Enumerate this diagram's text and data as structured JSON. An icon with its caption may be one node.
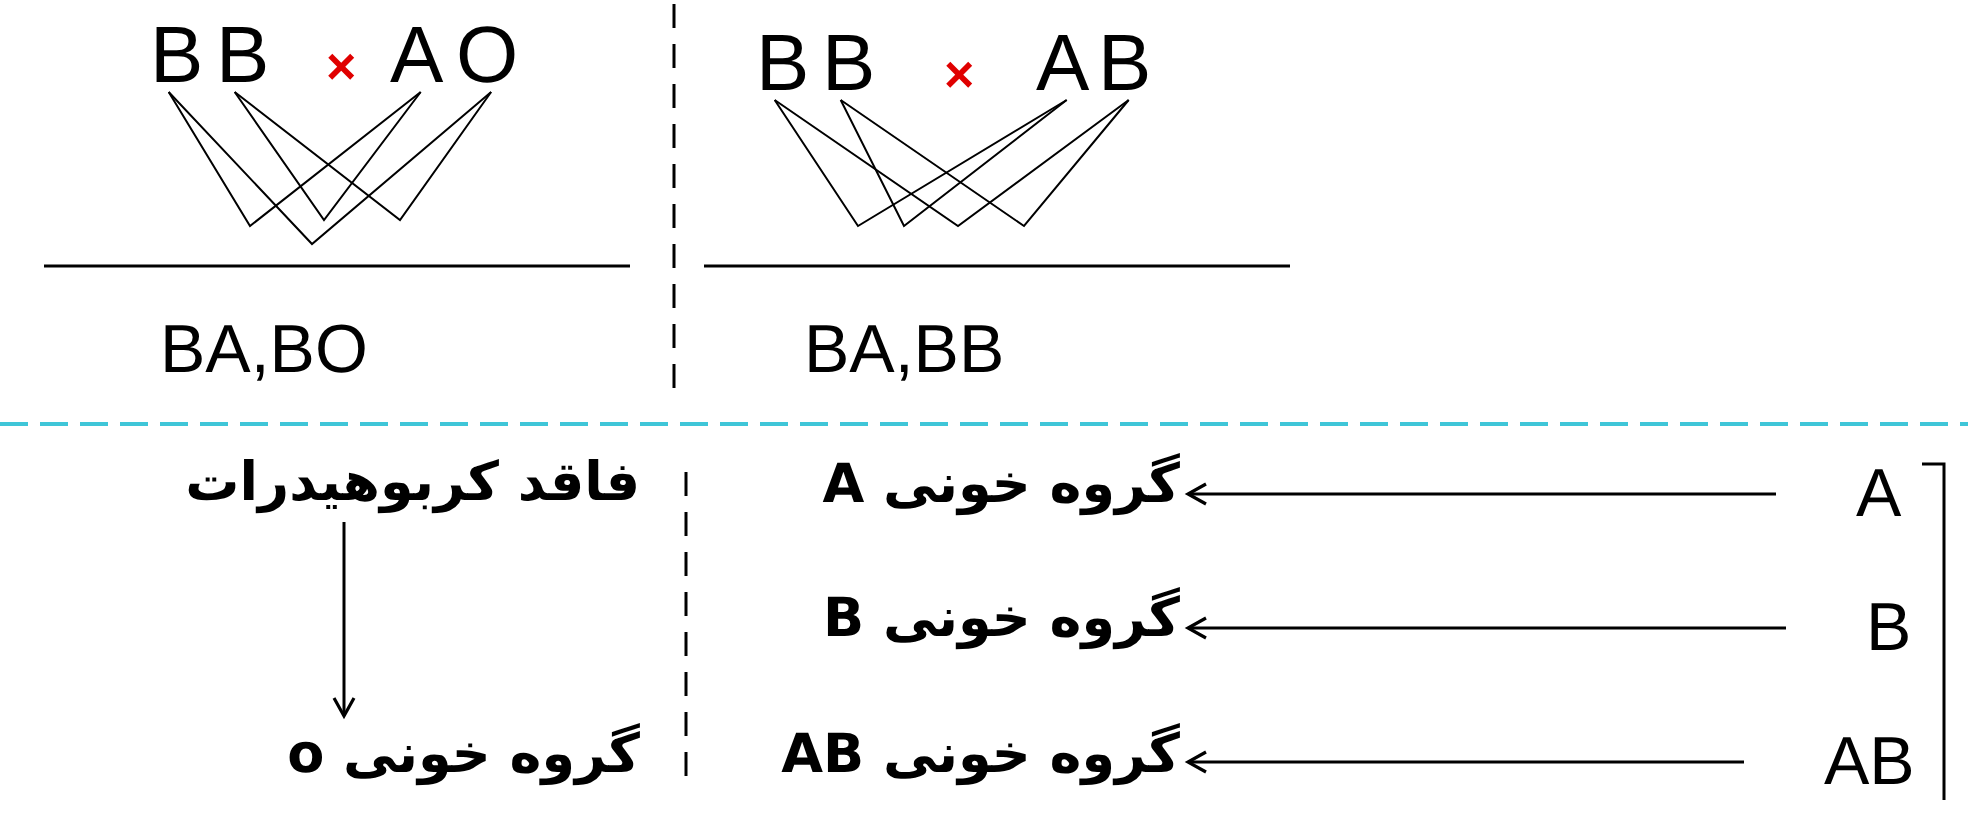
{
  "diagram": {
    "nodes": [
      {
        "text": [
          "B"
        ]
      },
      {
        "text": [
          "B"
        ]
      },
      {
        "text": [
          "A"
        ]
      },
      {
        "text": [
          "O"
        ]
      },
      {
        "text": [
          "B"
        ]
      },
      {
        "text": [
          "B"
        ]
      },
      {
        "text": [
          "A"
        ]
      },
      {
        "text": [
          "B"
        ]
      },
      {
        "text": [
          "گروه خونی A"
        ]
      },
      {
        "text": [
          "A"
        ]
      },
      {
        "text": [
          "گروه خونی B"
        ]
      },
      {
        "text": [
          "B"
        ]
      },
      {
        "text": [
          "گروه خونی AB"
        ]
      },
      {
        "text": [
          "AB"
        ]
      },
      {
        "text": [
          "فاقد کربوهیدرات"
        ]
      },
      {
        "text": [
          "گروه خونی o"
        ]
      }
    ],
    "edges": [
      {
        "from": 0,
        "to": 2,
        "arrow": "none"
      },
      {
        "from": 0,
        "to": 3,
        "arrow": "none"
      },
      {
        "from": 1,
        "to": 2,
        "arrow": "none"
      },
      {
        "from": 1,
        "to": 3,
        "arrow": "none"
      },
      {
        "from": 4,
        "to": 6,
        "arrow": "none"
      },
      {
        "from": 4,
        "to": 7,
        "arrow": "none"
      },
      {
        "from": 5,
        "to": 6,
        "arrow": "none"
      },
      {
        "from": 5,
        "to": 7,
        "arrow": "none"
      },
      {
        "from": 9,
        "to": 8,
        "arrow": "to"
      },
      {
        "from": 11,
        "to": 10,
        "arrow": "to"
      },
      {
        "from": 13,
        "to": 12,
        "arrow": "to"
      },
      {
        "from": 14,
        "to": 15,
        "arrow": "to"
      }
    ],
    "labels": [
      "×",
      "BA,BO",
      "×",
      "BA,BB"
    ]
  }
}
